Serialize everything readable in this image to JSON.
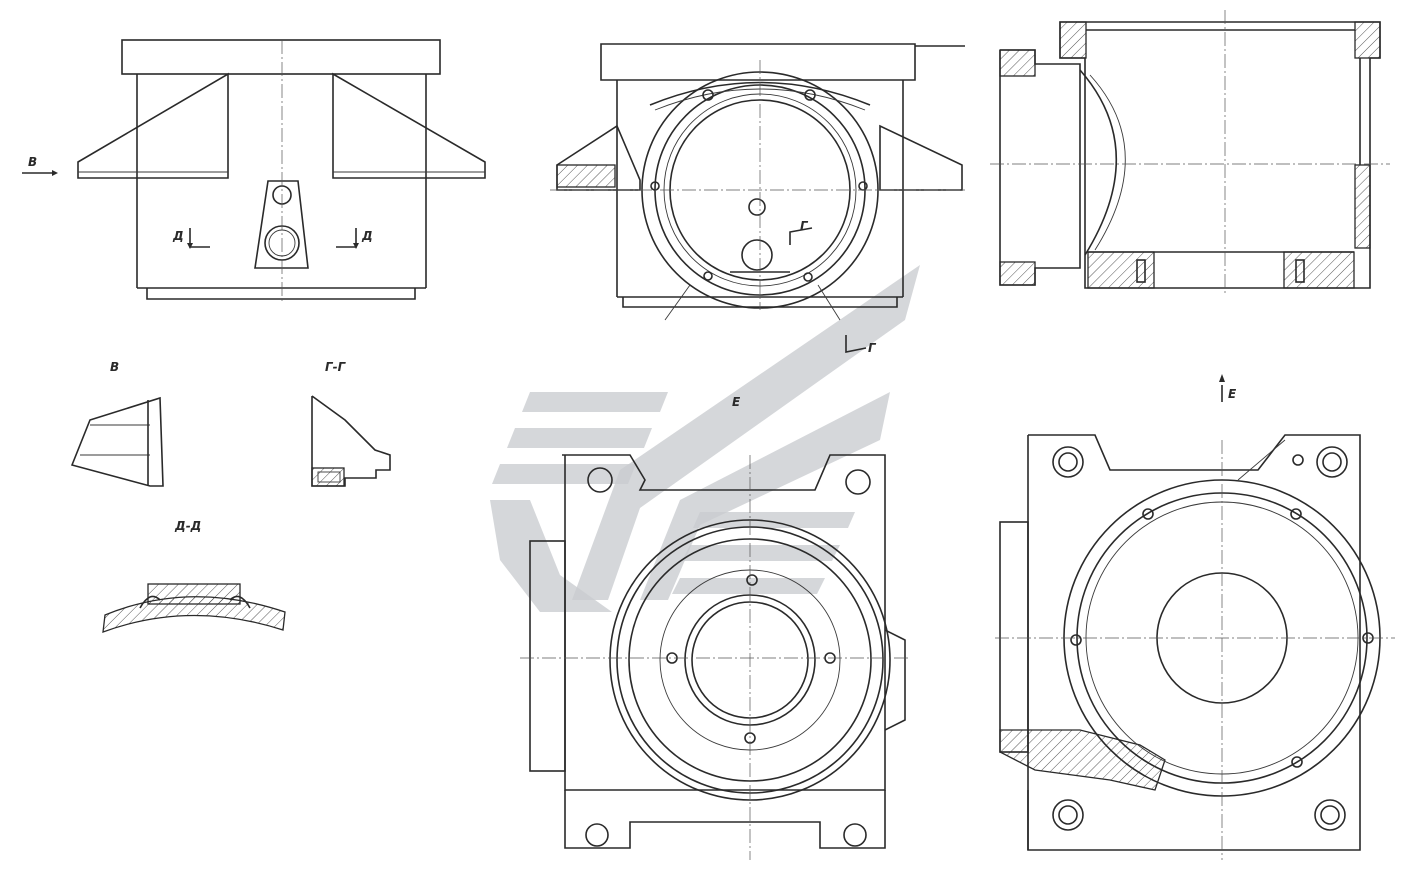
{
  "labels": {
    "view_b_arrow": "В",
    "section_d_left": "Д",
    "section_d_right": "Д",
    "view_b_title": "В",
    "section_g_title": "Г-Г",
    "section_d_title": "Д-Д",
    "section_g_mark_top": "Г",
    "section_g_mark_bottom": "Г",
    "view_e_title": "Е",
    "view_e_arrow": "Е"
  },
  "colors": {
    "line": "#2a2a2a",
    "watermark": "#c9cccf",
    "background": "#ffffff"
  }
}
